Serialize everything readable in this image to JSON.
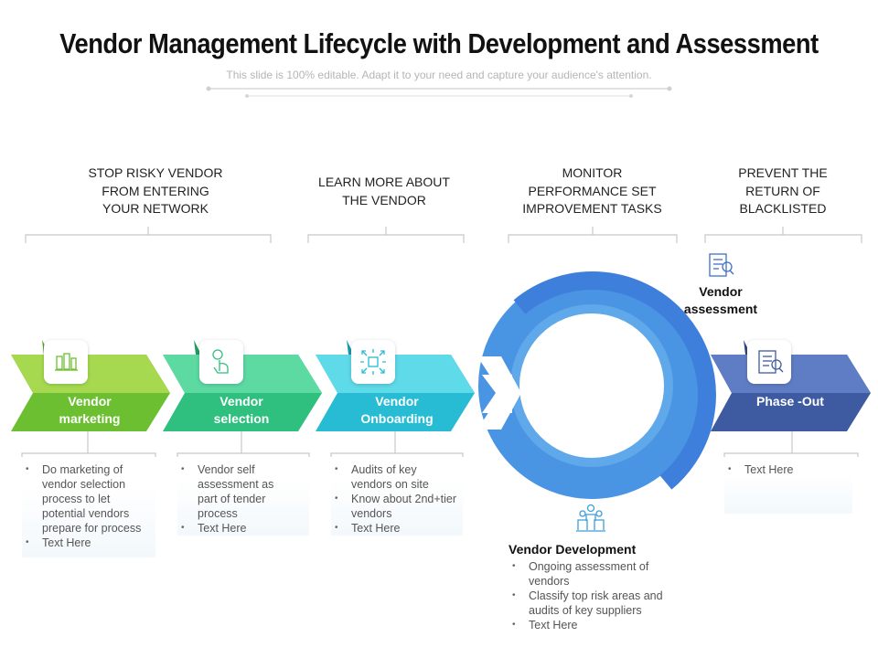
{
  "title": "Vendor Management Lifecycle with Development and Assessment",
  "subtitle": "This slide is 100% editable.  Adapt it to your need and capture your audience's attention.",
  "top_captions": [
    "STOP RISKY VENDOR\nFROM ENTERING\nYOUR NETWORK",
    "LEARN MORE ABOUT\nTHE VENDOR",
    "MONITOR\nPERFORMANCE SET\nIMPROVEMENT TASKS",
    "PREVENT THE\nRETURN OF\nBLACKLISTED"
  ],
  "stages": [
    {
      "label": "Vendor\nmarketing",
      "icon": "coins-icon",
      "color": "#8fcf3c",
      "bullets": [
        "Do marketing of vendor selection process  to let potential vendors prepare for process",
        "Text Here"
      ]
    },
    {
      "label": "Vendor\nselection",
      "icon": "hand-pointer-icon",
      "color": "#3ccf8f",
      "bullets": [
        "Vendor self assessment as part of tender process",
        "Text Here"
      ]
    },
    {
      "label": "Vendor\nOnboarding",
      "icon": "expand-arrows-icon",
      "color": "#33c9de",
      "bullets": [
        "Audits of key vendors on site",
        "Know about 2nd+tier vendors",
        "Text Here"
      ]
    },
    {
      "label": "Phase -Out",
      "icon": "checklist-icon",
      "color": "#4f6cb3",
      "bullets": [
        "Text Here"
      ]
    }
  ],
  "vendor_assessment": {
    "label": "Vendor\nassessment",
    "icon": "checklist-search-icon"
  },
  "vendor_development": {
    "label": "Vendor Development",
    "icon": "team-icon",
    "bullets": [
      "Ongoing assessment of vendors",
      "Classify top risk areas and audits of  key suppliers",
      "Text Here"
    ]
  },
  "colors": {
    "ring_dark": "#3f7fdc",
    "ring_light": "#5aa6e6",
    "arrow_blue": "#3a9ede"
  }
}
